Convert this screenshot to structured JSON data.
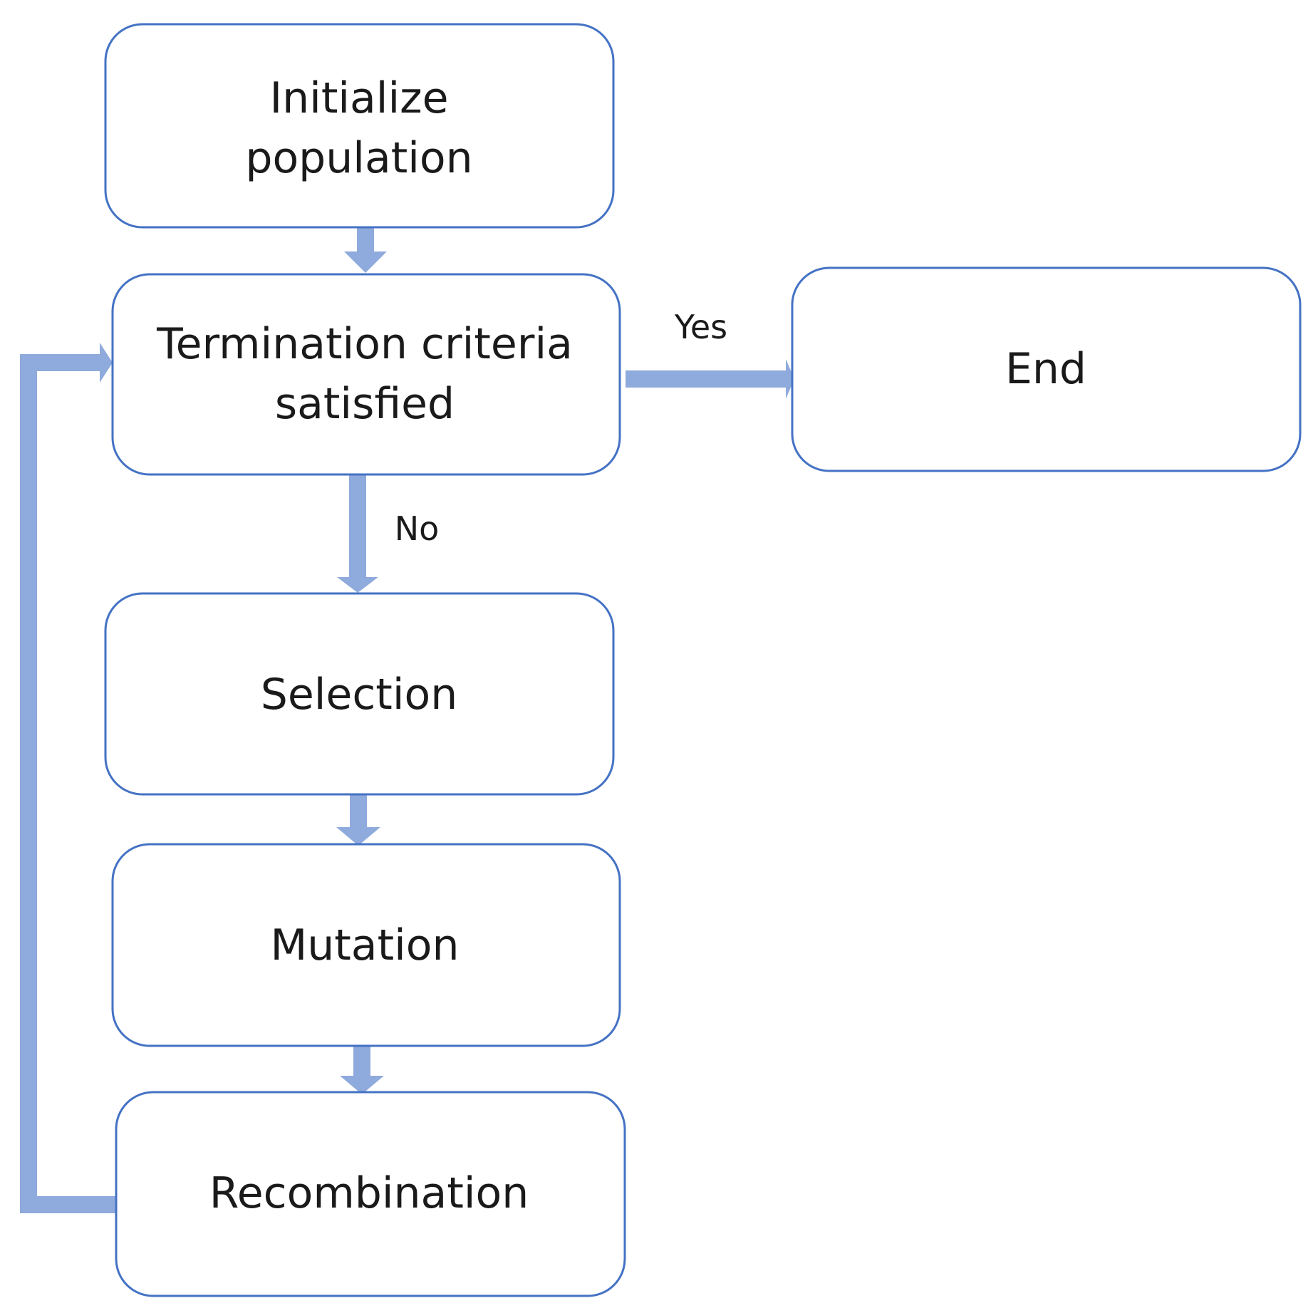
{
  "nodes": {
    "initialize": {
      "line1": "Initialize",
      "line2": "population"
    },
    "termination": {
      "line1": "Termination criteria",
      "line2": "satisfied"
    },
    "end": {
      "label": "End"
    },
    "selection": {
      "label": "Selection"
    },
    "mutation": {
      "label": "Mutation"
    },
    "recombination": {
      "label": "Recombination"
    }
  },
  "edges": {
    "yes_label": "Yes",
    "no_label": "No"
  },
  "colors": {
    "box_border": "#4472c4",
    "connector": "#8faadc",
    "text": "#1a1a1a"
  }
}
